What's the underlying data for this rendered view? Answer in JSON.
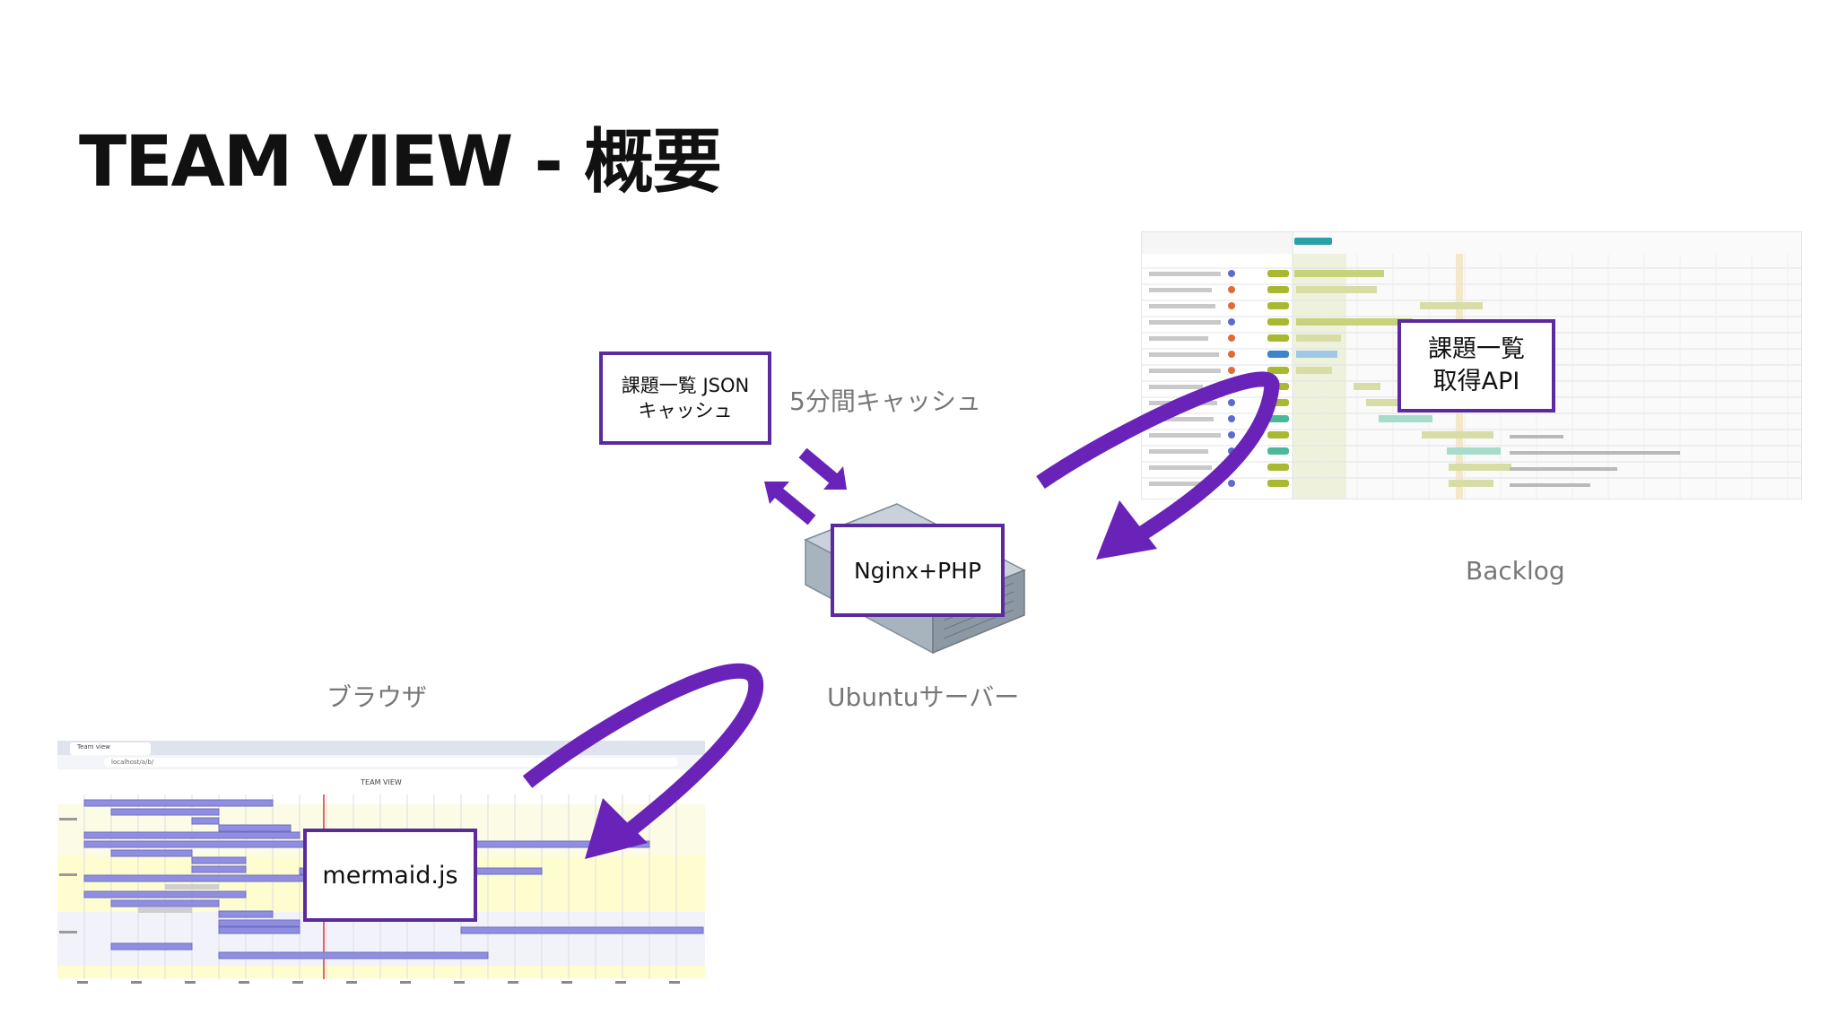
{
  "title": "TEAM VIEW - 概要",
  "nodes": {
    "cache_box": {
      "line1": "課題一覧 JSON",
      "line2": "キャッシュ"
    },
    "cache_label": "5分間キャッシュ",
    "server_box": "Nginx+PHP",
    "server_label": "Ubuntuサーバー",
    "api_box": {
      "line1": "課題一覧",
      "line2": "取得API"
    },
    "backlog_label": "Backlog",
    "browser_label": "ブラウザ",
    "mermaid_box": "mermaid.js"
  },
  "browser_screenshot": {
    "tab": "Team view",
    "url": "localhost/a/b/",
    "heading": "TEAM VIEW"
  },
  "colors": {
    "accent": "#5b2a9c",
    "arrow": "#6a23b8",
    "caption": "#777777"
  }
}
